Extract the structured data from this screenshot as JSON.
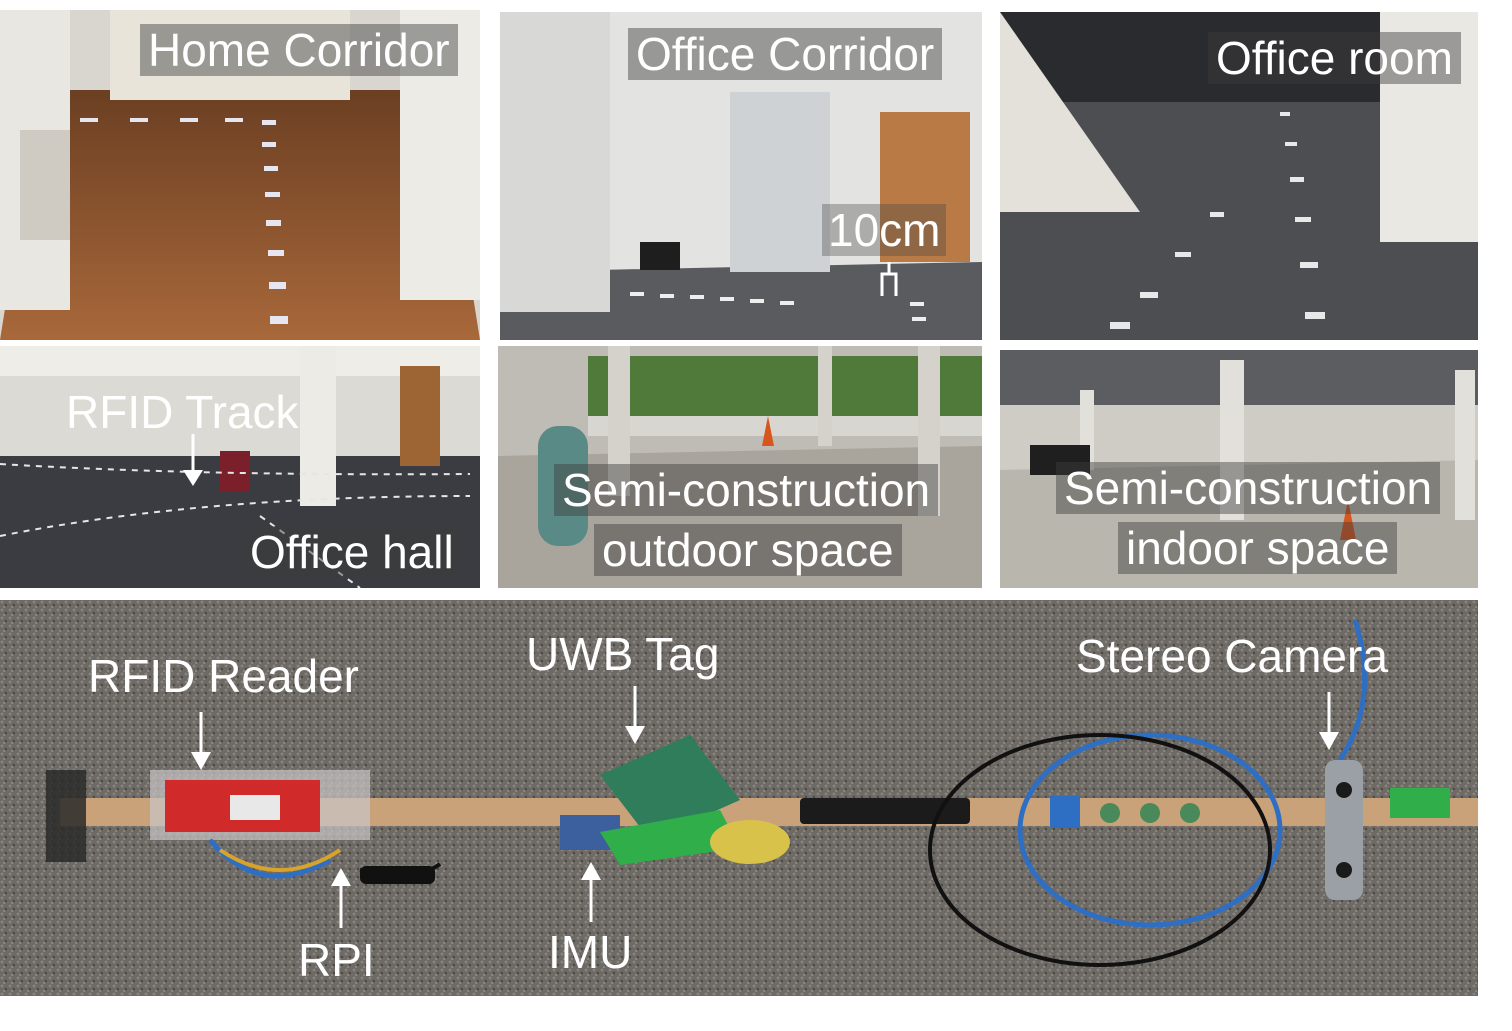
{
  "panels": {
    "home_corridor": {
      "label": "Home Corridor"
    },
    "office_corridor": {
      "label": "Office Corridor",
      "scale_label": "10cm"
    },
    "office_room": {
      "label": "Office room"
    },
    "office_hall": {
      "label": "Office hall",
      "annotation": "RFID Track"
    },
    "semi_outdoor": {
      "label_line1": "Semi-construction",
      "label_line2": "outdoor space"
    },
    "semi_indoor": {
      "label_line1": "Semi-construction",
      "label_line2": "indoor space"
    }
  },
  "device": {
    "rfid_reader": "RFID Reader",
    "uwb_tag": "UWB Tag",
    "stereo_camera": "Stereo Camera",
    "rpi": "RPI",
    "imu": "IMU"
  },
  "colors": {
    "label_text": "#ffffff",
    "wood_floor": "#8a5530",
    "carpet": "#4a4a4e",
    "reader_board": "#d12a2a",
    "uwb_board": "#2f7d5a",
    "cable_blue": "#2e6fc4",
    "tape_green": "#2fae4a"
  }
}
